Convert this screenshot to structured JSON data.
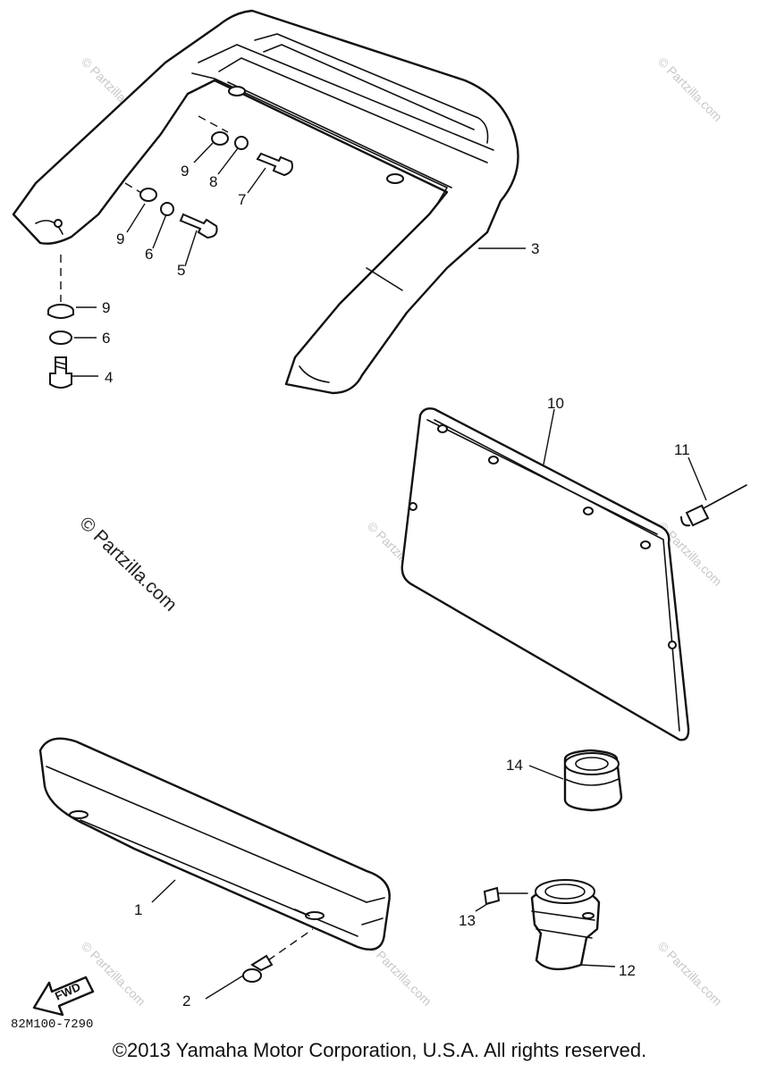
{
  "watermark": {
    "main": "© Partzilla.com",
    "faint": "© Partzilla.com"
  },
  "diagram_code": "82M100-7290",
  "fwd_label": "FWD",
  "callouts": {
    "p1": "1",
    "p2": "2",
    "p3": "3",
    "p4": "4",
    "p5": "5",
    "p6a": "6",
    "p6b": "6",
    "p7": "7",
    "p8": "8",
    "p9a": "9",
    "p9b": "9",
    "p9c": "9",
    "p10": "10",
    "p11": "11",
    "p12": "12",
    "p13": "13",
    "p14": "14"
  },
  "copyright": "©2013 Yamaha Motor Corporation, U.S.A. All rights reserved."
}
